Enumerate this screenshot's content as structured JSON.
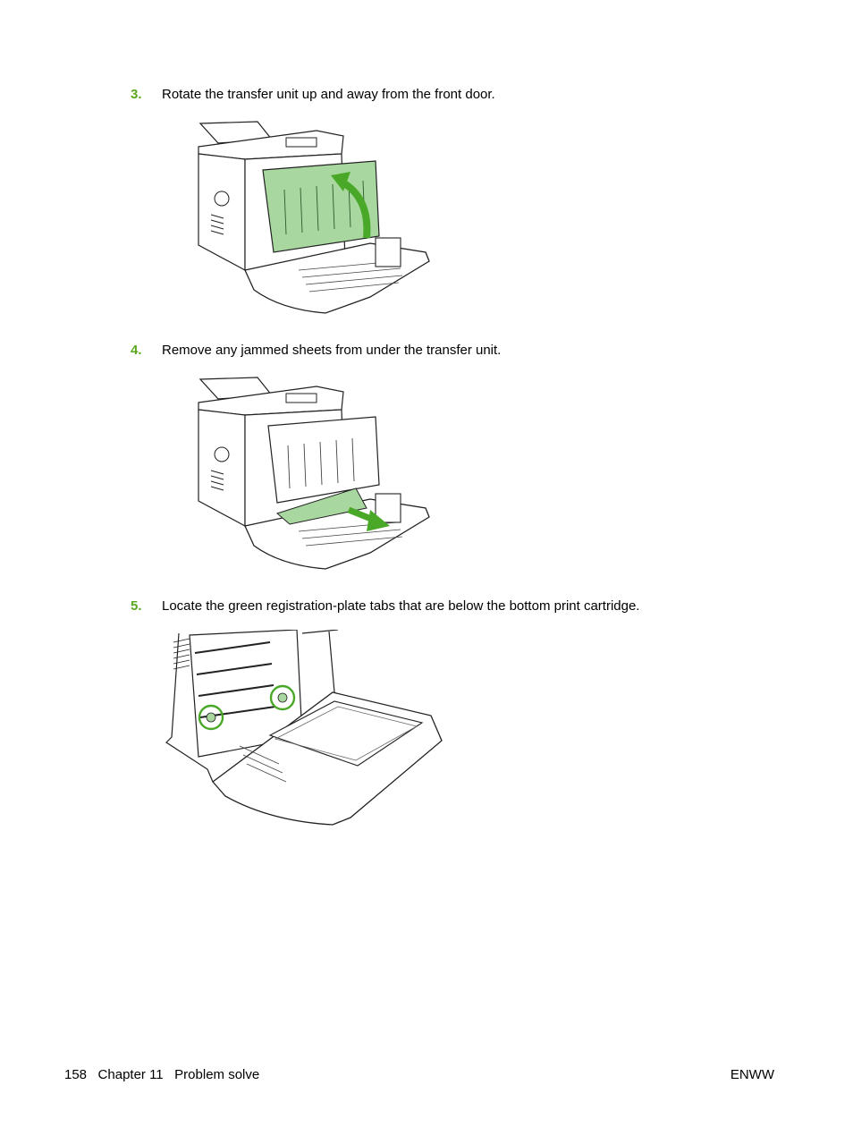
{
  "steps": [
    {
      "number": "3.",
      "text": "Rotate the transfer unit up and away from the front door."
    },
    {
      "number": "4.",
      "text": "Remove any jammed sheets from under the transfer unit."
    },
    {
      "number": "5.",
      "text": "Locate the green registration-plate tabs that are below the bottom print cartridge."
    }
  ],
  "footer": {
    "page_number": "158",
    "chapter": "Chapter 11",
    "section": "Problem solve",
    "right": "ENWW"
  },
  "colors": {
    "accent": "#5aa820",
    "highlight_fill": "#a8d8a0",
    "outline": "#222222"
  }
}
